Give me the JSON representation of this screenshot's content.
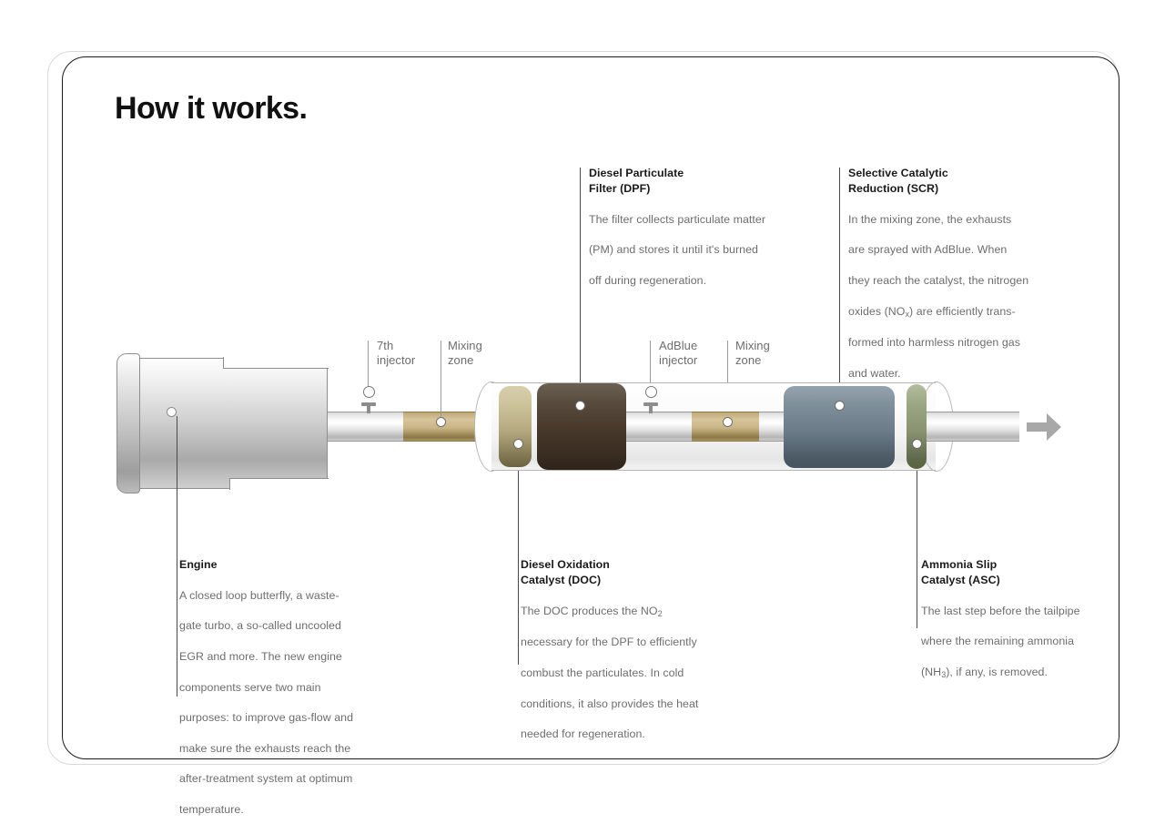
{
  "page": {
    "title": "How it works.",
    "accent_colors": {
      "doc": "#b5a97f",
      "dpf": "#48392b",
      "scr": "#6b7b88",
      "asc": "#899372",
      "mixing_zone": "#c9b486",
      "metal": "#d0d0d0",
      "heading_text": "#1a1a1a",
      "body_text": "#6d6d6d",
      "leader_line": "#4a4a4a",
      "frame_outer": "#d9d9d9",
      "frame_inner": "#1a1a1a"
    }
  },
  "callouts": {
    "dpf": {
      "heading": "Diesel Particulate\nFilter (DPF)",
      "body_line1": "The filter collects particulate matter",
      "body_line2": "(PM) and stores it until it's burned",
      "body_line3": "off during regeneration."
    },
    "scr": {
      "heading": "Selective Catalytic\nReduction (SCR)",
      "body_line1": "In the mixing zone, the exhausts",
      "body_line2": "are sprayed with AdBlue. When",
      "body_line3": "they reach the catalyst, the nitrogen",
      "body_line4_pre": "oxides (NO",
      "body_line4_sub": "x",
      "body_line4_post": ") are efficiently trans-",
      "body_line5": "formed into harmless nitrogen gas",
      "body_line6": "and water."
    },
    "engine": {
      "heading": "Engine",
      "body_line1": "A closed loop butterfly, a waste-",
      "body_line2": "gate turbo, a so-called uncooled",
      "body_line3": "EGR and more. The new engine",
      "body_line4": "components serve two main",
      "body_line5": "purposes: to improve gas-flow and",
      "body_line6": "make sure the exhausts reach the",
      "body_line7": "after-treatment system at optimum",
      "body_line8": "temperature."
    },
    "doc": {
      "heading": "Diesel Oxidation\nCatalyst (DOC)",
      "body_line1_pre": "The DOC produces the NO",
      "body_line1_sub": "2",
      "body_line2": "necessary for the DPF to efficiently",
      "body_line3": "combust the particulates. In cold",
      "body_line4": "conditions, it also provides the heat",
      "body_line5": "needed for regeneration."
    },
    "asc": {
      "heading": "Ammonia Slip\nCatalyst (ASC)",
      "body_line1": "The last step before the tailpipe",
      "body_line2": "where the remaining ammonia",
      "body_line3_pre": "(NH",
      "body_line3_sub": "3",
      "body_line3_post": "), if any, is removed."
    }
  },
  "minilabels": {
    "injector_7th": "7th\ninjector",
    "mixing_zone_1": "Mixing\nzone",
    "injector_adblue": "AdBlue\ninjector",
    "mixing_zone_2": "Mixing\nzone"
  }
}
